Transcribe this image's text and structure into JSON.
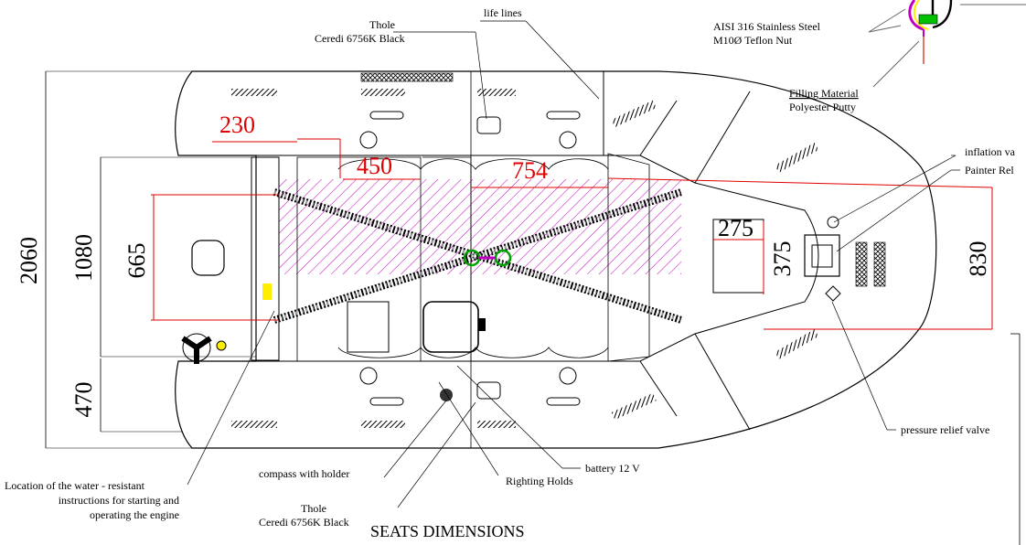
{
  "labels": {
    "thole_top": "Thole",
    "thole_top_model": "Ceredi 6756K Black",
    "life_lines": "life lines",
    "steel": "AISI 316 Stainless Steel",
    "nut": "M10Ø Teflon Nut",
    "filling_material": "Filling Material",
    "polyester_putty": "Polyester Putty",
    "inflation_valve": "inflation va",
    "painter_release": "Painter Rel",
    "pressure_relief_valve": "pressure relief valve",
    "battery": "battery 12 V",
    "righting_holds": "Righting Holds",
    "compass": "compass with holder",
    "location_line1": "Location of the water - resistant",
    "location_line2": "instructions for starting and",
    "location_line3": "operating the engine",
    "thole_bottom": "Thole",
    "thole_bottom_model": "Ceredi 6756K Black",
    "seats_dimensions": "SEATS DIMENSIONS"
  },
  "dimensions": {
    "overall_width": "2060",
    "transom_width": "1080",
    "seat_width": "665",
    "tube_width": "470",
    "seat_offset": "230",
    "seat_gap": "450",
    "seat_length": "754",
    "hatch_width": "275",
    "hatch_length": "375",
    "bow_seat_width": "830"
  },
  "colors": {
    "dimension_red": "#e00000",
    "hatch_magenta": "#c000c0",
    "ring_green": "#00a000",
    "yellow_marker": "#ffee00"
  }
}
